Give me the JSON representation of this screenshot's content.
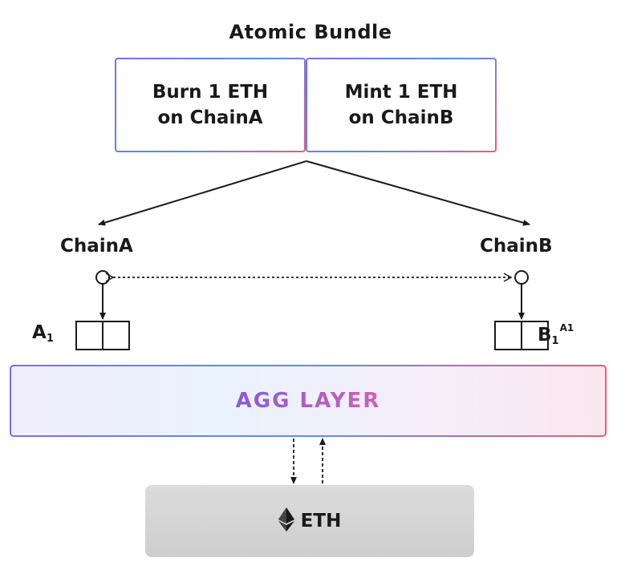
{
  "title": "Atomic Bundle",
  "bundle": {
    "left": {
      "line1": "Burn 1 ETH",
      "line2": "on ChainA"
    },
    "right": {
      "line1": "Mint 1 ETH",
      "line2": "on ChainB"
    }
  },
  "chains": {
    "a": {
      "label": "ChainA",
      "block": "A",
      "block_sub": "1"
    },
    "b": {
      "label": "ChainB",
      "block": "B",
      "block_sub": "1",
      "block_sup": "A1"
    }
  },
  "agg_layer": "AGG LAYER",
  "eth": {
    "label": "ETH",
    "icon": "ethereum-icon"
  },
  "colors": {
    "gradient_start": "#7b6cf0",
    "gradient_mid": "#4f8ff0",
    "gradient_end": "#ee5a7a",
    "eth_box": "#d6d6d6"
  }
}
